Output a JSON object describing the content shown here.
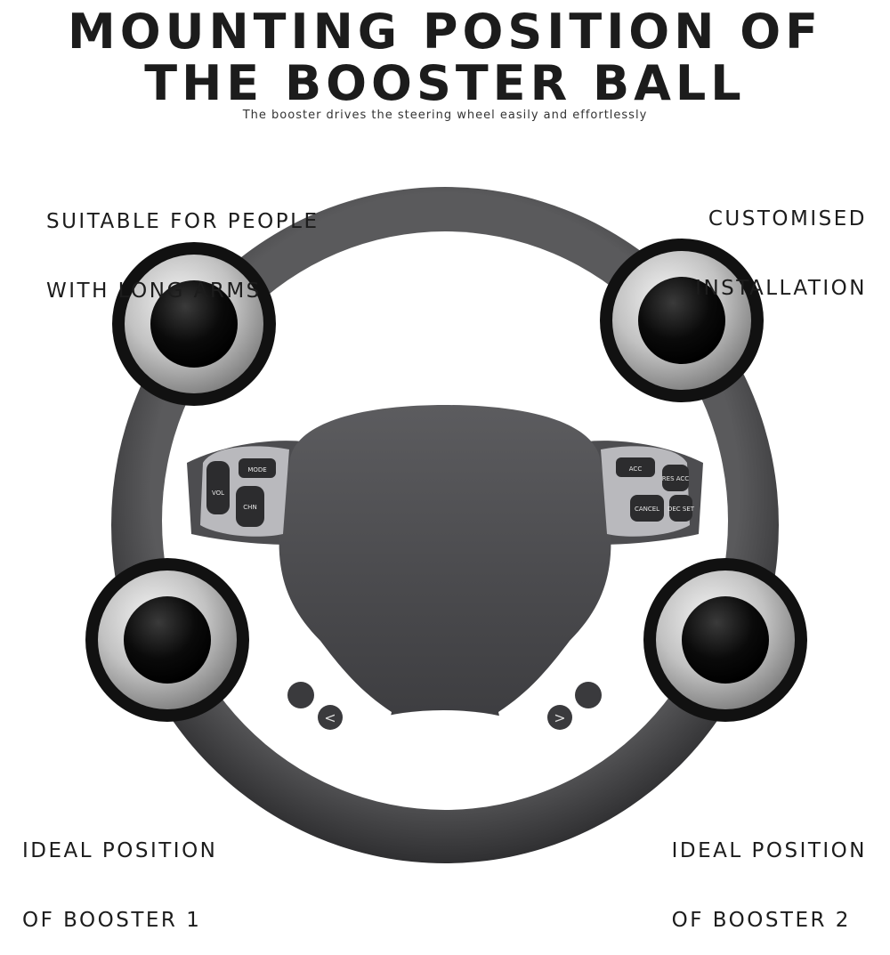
{
  "header": {
    "title_line1": "MOUNTING POSITION OF",
    "title_line2": "THE BOOSTER BALL",
    "subtitle": "The booster drives the steering wheel easily and effortlessly"
  },
  "callouts": {
    "top_left": [
      "SUITABLE FOR PEOPLE",
      "WITH LONG ARMS"
    ],
    "top_right": [
      "CUSTOMISED",
      "INSTALLATION"
    ],
    "bottom_left": [
      "IDEAL POSITION",
      "OF BOOSTER 1"
    ],
    "bottom_right": [
      "IDEAL POSITION",
      "OF BOOSTER 2"
    ]
  },
  "wheel_buttons": {
    "mode": "MODE",
    "vol": "VOL",
    "chn": "CHN",
    "acc": "ACC",
    "res_acc": "RES ACC",
    "cancel": "CANCEL",
    "dec_set": "DEC SET"
  },
  "colors": {
    "wheel": "#4a4a4c",
    "hub": "#4f4f52",
    "booster_ring": "#c9c9c9",
    "booster_core": "#0b0b0b"
  }
}
